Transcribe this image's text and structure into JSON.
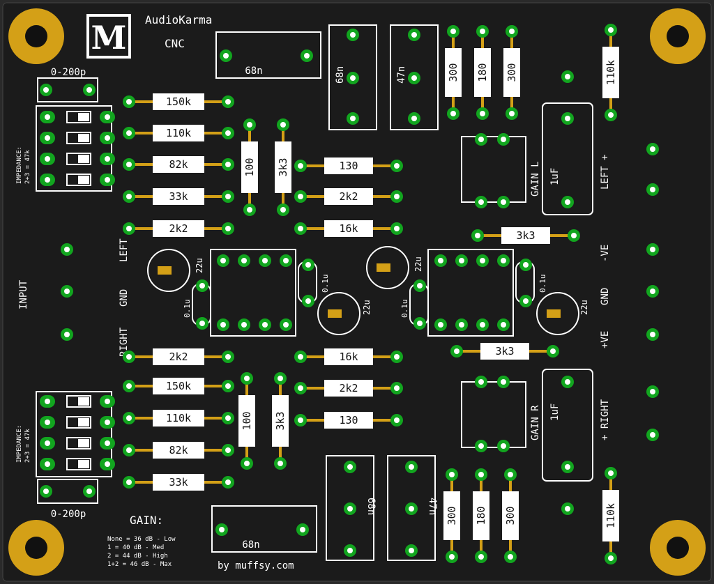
{
  "board": {
    "brand": "AudioKarma",
    "sub": "CNC",
    "logo_letter": "M",
    "credit": "by muffsy.com",
    "input_label": "INPUT",
    "in_left": "LEFT",
    "in_gnd": "GND",
    "in_right": "RIGHT",
    "out_left": "LEFT +",
    "out_neg": "-VE",
    "out_gnd": "GND",
    "out_pos": "+VE",
    "out_right": "+ RIGHT",
    "gain_l": "GAIN L",
    "gain_r": "GAIN R",
    "cap_top_label": "0-200p",
    "cap_bottom_label": "0-200p",
    "imp_line1": "IMPEDANCE:",
    "imp_line2": "2+3 = 47k",
    "gain_title": "GAIN:",
    "gain_rows": [
      "None = 36 dB - Low",
      "1    = 40 dB - Med",
      "2    = 44 dB - High",
      "1+2  = 46 dB - Max"
    ]
  },
  "resistors_left_top": [
    "150k",
    "110k",
    "82k",
    "33k",
    "2k2"
  ],
  "resistors_left_bottom": [
    "2k2",
    "150k",
    "110k",
    "82k",
    "33k"
  ],
  "resistors_vert_top": [
    "100",
    "3k3"
  ],
  "resistors_vert_bottom": [
    "100",
    "3k3"
  ],
  "resistors_mid_top": [
    "130",
    "2k2",
    "16k"
  ],
  "resistors_mid_bottom": [
    "16k",
    "2k2",
    "130"
  ],
  "resistors_right_top": [
    "300",
    "180",
    "300"
  ],
  "resistors_right_bottom": [
    "300",
    "180",
    "300"
  ],
  "resistor_3k3_l": "3k3",
  "resistor_3k3_r": "3k3",
  "resistor_110k_t": "110k",
  "resistor_110k_b": "110k",
  "caps": {
    "c68n_top_h": "68n",
    "c68n_bot_h": "68n",
    "c68n_top_v": "68n",
    "c47n_top_v": "47n",
    "c68n_bot_v": "68n",
    "c47n_bot_v": "47n",
    "c1uf_l": "1uF",
    "c1uf_r": "1uF",
    "c22u_1": "22u",
    "c22u_2": "22u",
    "c22u_3": "22u",
    "c22u_4": "22u",
    "c01u_1": "0.1u",
    "c01u_2": "0.1u",
    "c01u_3": "0.1u",
    "c01u_4": "0.1u"
  },
  "colors": {
    "board": "#1b1b1b",
    "copper": "#d4a017",
    "pad": "#12a51f",
    "silk": "#ffffff"
  }
}
